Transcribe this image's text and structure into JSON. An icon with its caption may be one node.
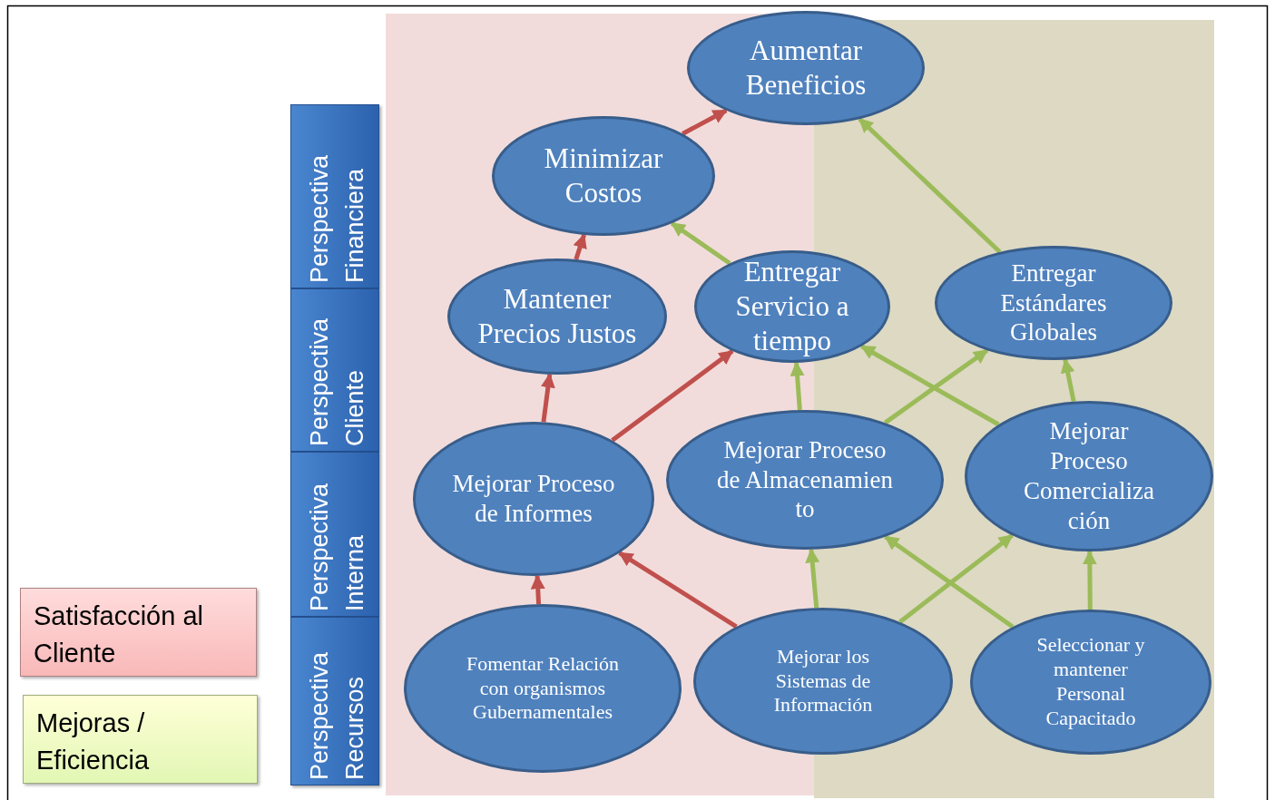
{
  "diagram": {
    "nodes": [
      {
        "text": [
          "Perspectiva Financiera"
        ]
      },
      {
        "text": [
          "Perspectiva Cliente"
        ]
      },
      {
        "text": [
          "Perspectiva Interna"
        ]
      },
      {
        "text": [
          "Perspectiva Recursos"
        ]
      },
      {
        "text": [
          "Aumentar Beneficios"
        ]
      },
      {
        "text": [
          "Minimizar Costos"
        ]
      },
      {
        "text": [
          "Mantener Precios Justos"
        ]
      },
      {
        "text": [
          "Entregar Servicio a tiempo"
        ]
      },
      {
        "text": [
          "Entregar Estándares Globales"
        ]
      },
      {
        "text": [
          "Mejorar Proceso de Informes"
        ]
      },
      {
        "text": [
          "Mejorar Proceso de Almacenamien to"
        ]
      },
      {
        "text": [
          "Mejorar Proceso Comercializa ción"
        ]
      },
      {
        "text": [
          "Fomentar Relación con organismos Gubernamentales"
        ]
      },
      {
        "text": [
          "Mejorar los Sistemas de Información"
        ]
      },
      {
        "text": [
          "Seleccionar y mantener Personal Capacitado"
        ]
      }
    ],
    "edges": [
      {
        "from": 5,
        "to": 4,
        "arrow": "to",
        "color": "#c0504d"
      },
      {
        "from": 6,
        "to": 5,
        "arrow": "to",
        "color": "#c0504d"
      },
      {
        "from": 9,
        "to": 6,
        "arrow": "to",
        "color": "#c0504d"
      },
      {
        "from": 9,
        "to": 7,
        "arrow": "to",
        "color": "#c0504d"
      },
      {
        "from": 12,
        "to": 9,
        "arrow": "to",
        "color": "#c0504d"
      },
      {
        "from": 13,
        "to": 9,
        "arrow": "to",
        "color": "#c0504d"
      },
      {
        "from": 7,
        "to": 5,
        "arrow": "to"
      },
      {
        "from": 8,
        "to": 4,
        "arrow": "to"
      },
      {
        "from": 10,
        "to": 7,
        "arrow": "to"
      },
      {
        "from": 10,
        "to": 8,
        "arrow": "to"
      },
      {
        "from": 11,
        "to": 7,
        "arrow": "to"
      },
      {
        "from": 11,
        "to": 8,
        "arrow": "to"
      },
      {
        "from": 13,
        "to": 10,
        "arrow": "to"
      },
      {
        "from": 13,
        "to": 11,
        "arrow": "to"
      },
      {
        "from": 14,
        "to": 10,
        "arrow": "to"
      },
      {
        "from": 14,
        "to": 11,
        "arrow": "to"
      }
    ],
    "legend": [
      {
        "text": "Satisfacción al Cliente",
        "color": "#f9b8b8"
      },
      {
        "text": "Mejoras / Eficiencia",
        "color": "#e2f7b4"
      }
    ]
  }
}
